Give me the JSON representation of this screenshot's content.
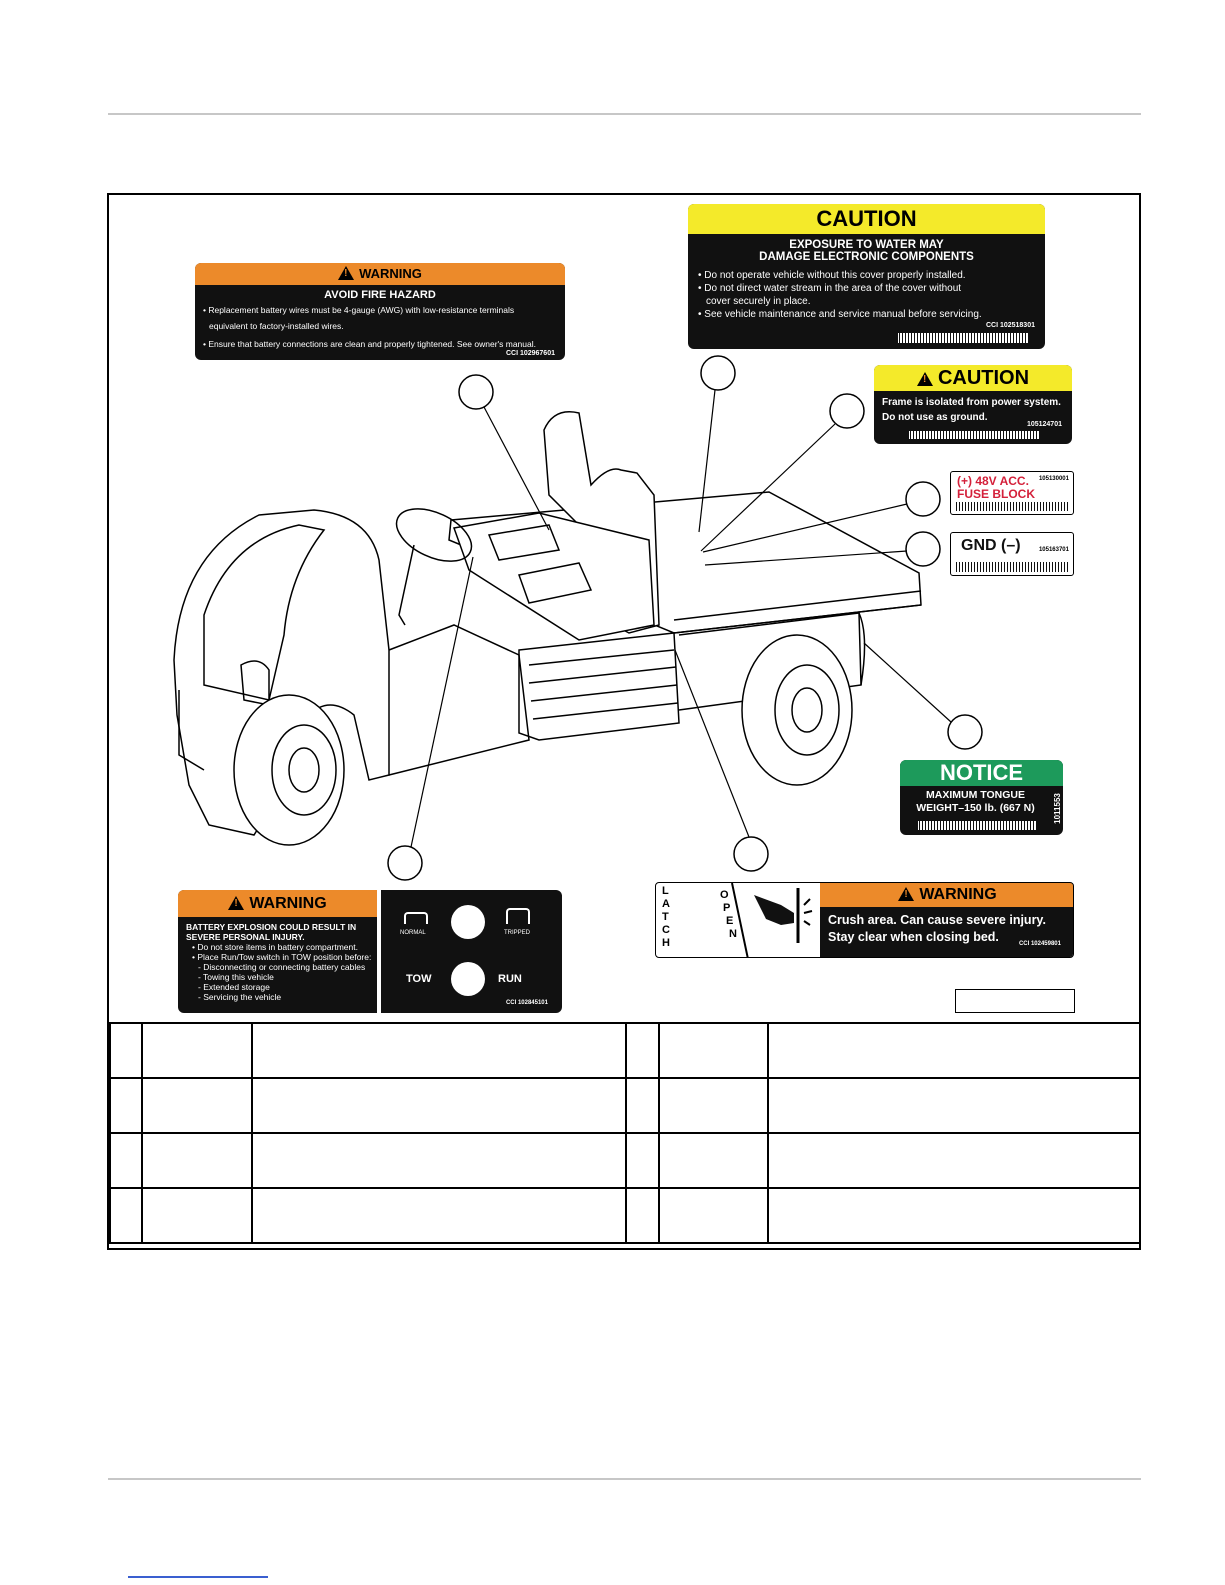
{
  "labels": {
    "warning_fire": {
      "header": "WARNING",
      "title": "AVOID FIRE HAZARD",
      "line1": "• Replacement battery wires must be 4-gauge (AWG) with low-resistance terminals",
      "line2": "equivalent to factory-installed wires.",
      "line3": "• Ensure that battery connections are clean and properly tightened. See owner's manual.",
      "code": "CCI 102967601"
    },
    "caution_water": {
      "header": "CAUTION",
      "title1": "EXPOSURE TO WATER MAY",
      "title2": "DAMAGE ELECTRONIC COMPONENTS",
      "line1": "• Do not operate vehicle without this cover properly installed.",
      "line2": "• Do not direct water stream in the area of the cover without",
      "line3": "cover securely in place.",
      "line4": "• See vehicle maintenance and service manual before servicing.",
      "code": "CCI 102518301"
    },
    "caution_frame": {
      "header": "CAUTION",
      "line1": "Frame is isolated from power system.",
      "line2": "Do not use as ground.",
      "code": "105124701"
    },
    "fuse_block": {
      "line1": "(+) 48V ACC.",
      "line2": "FUSE BLOCK",
      "code": "105130001"
    },
    "gnd": {
      "text": "GND (–)",
      "code": "105163701"
    },
    "notice_tongue": {
      "header": "NOTICE",
      "line1": "MAXIMUM TONGUE",
      "line2": "WEIGHT–150 lb. (667 N)",
      "code": "1011553"
    },
    "warning_battery": {
      "header": "WARNING",
      "title1": "BATTERY EXPLOSION COULD RESULT IN",
      "title2": "SEVERE PERSONAL INJURY.",
      "b1": "• Do not store items in battery compartment.",
      "b2": "• Place Run/Tow switch in TOW position before:",
      "b3": "- Disconnecting or connecting battery cables",
      "b4": "- Towing this vehicle",
      "b5": "- Extended storage",
      "b6": "- Servicing the vehicle",
      "normal": "NORMAL",
      "tripped": "TRIPPED",
      "tow": "TOW",
      "run": "RUN",
      "code": "CCI 102845101"
    },
    "warning_crush": {
      "latch": [
        "L",
        "A",
        "T",
        "C",
        "H"
      ],
      "open": [
        "O",
        "P",
        "E",
        "N"
      ],
      "header": "WARNING",
      "line1": "Crush area. Can cause severe injury.",
      "line2": "Stay clear when closing bed.",
      "code": "CCI 102459801"
    }
  },
  "colors": {
    "warning_orange": "#ec8a2a",
    "caution_yellow": "#f4ea2a",
    "notice_green": "#1d9a5b",
    "fuse_red": "#d4203a"
  }
}
